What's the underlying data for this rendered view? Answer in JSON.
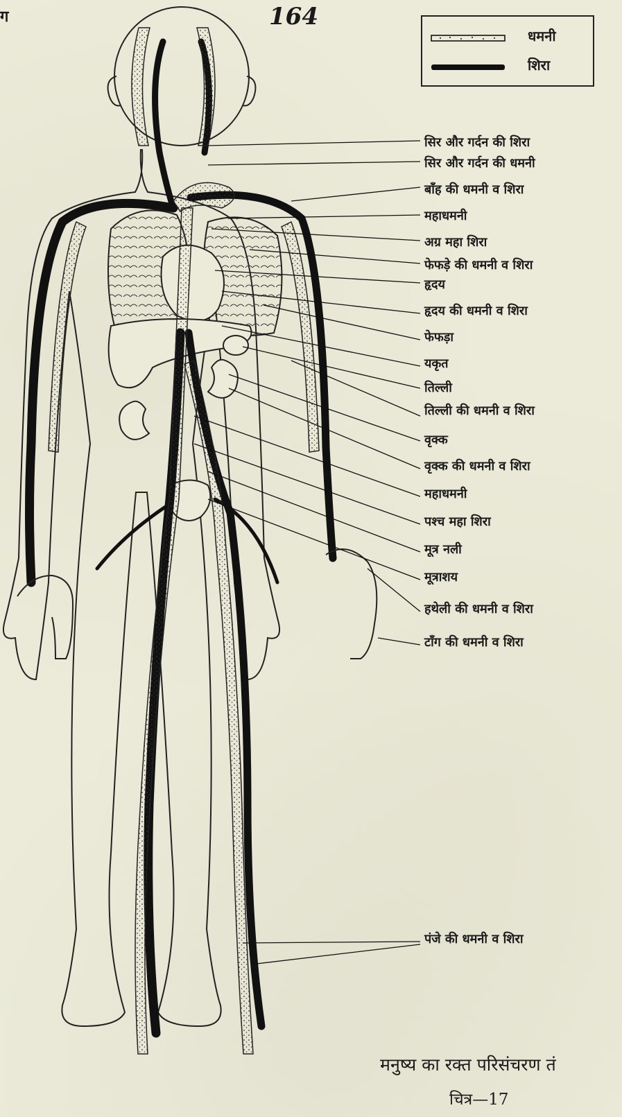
{
  "header": {
    "corner_text": "ग",
    "page_number": "164"
  },
  "legend": {
    "artery_label": "धमनी",
    "vein_label": "शिरा"
  },
  "labels": [
    {
      "id": "head-neck-vein",
      "text": "सिर और गर्दन की शिरा"
    },
    {
      "id": "head-neck-artery",
      "text": "सिर और गर्दन की धमनी"
    },
    {
      "id": "arm-artery-vein",
      "text": "बाँह की धमनी व शिरा"
    },
    {
      "id": "aorta-upper",
      "text": "महाधमनी"
    },
    {
      "id": "superior-vena-cava",
      "text": "अग्र महा शिरा"
    },
    {
      "id": "pulmonary-artery-vein",
      "text": "फेफड़े की धमनी व शिरा"
    },
    {
      "id": "heart",
      "text": "हृदय"
    },
    {
      "id": "heart-artery-vein",
      "text": "हृदय की धमनी व शिरा"
    },
    {
      "id": "lung",
      "text": "फेफड़ा"
    },
    {
      "id": "liver",
      "text": "यकृत"
    },
    {
      "id": "spleen",
      "text": "तिल्ली"
    },
    {
      "id": "spleen-artery-vein",
      "text": "तिल्ली की धमनी व शिरा"
    },
    {
      "id": "kidney",
      "text": "वृक्क"
    },
    {
      "id": "kidney-artery-vein",
      "text": "वृक्क की धमनी व शिरा"
    },
    {
      "id": "aorta-lower",
      "text": "महाधमनी"
    },
    {
      "id": "inferior-vena-cava",
      "text": "पश्च महा शिरा"
    },
    {
      "id": "ureter",
      "text": "मूत्र नली"
    },
    {
      "id": "bladder",
      "text": "मूत्राशय"
    },
    {
      "id": "palm-artery-vein",
      "text": "हथेली की धमनी व शिरा"
    },
    {
      "id": "leg-artery-vein",
      "text": "टाँग की धमनी व शिरा"
    },
    {
      "id": "foot-artery-vein",
      "text": "पंजे की धमनी व शिरा"
    }
  ],
  "caption": {
    "title": "मनुष्य का रक्त परिसंचरण तं",
    "figure_number": "चित्र—17"
  }
}
